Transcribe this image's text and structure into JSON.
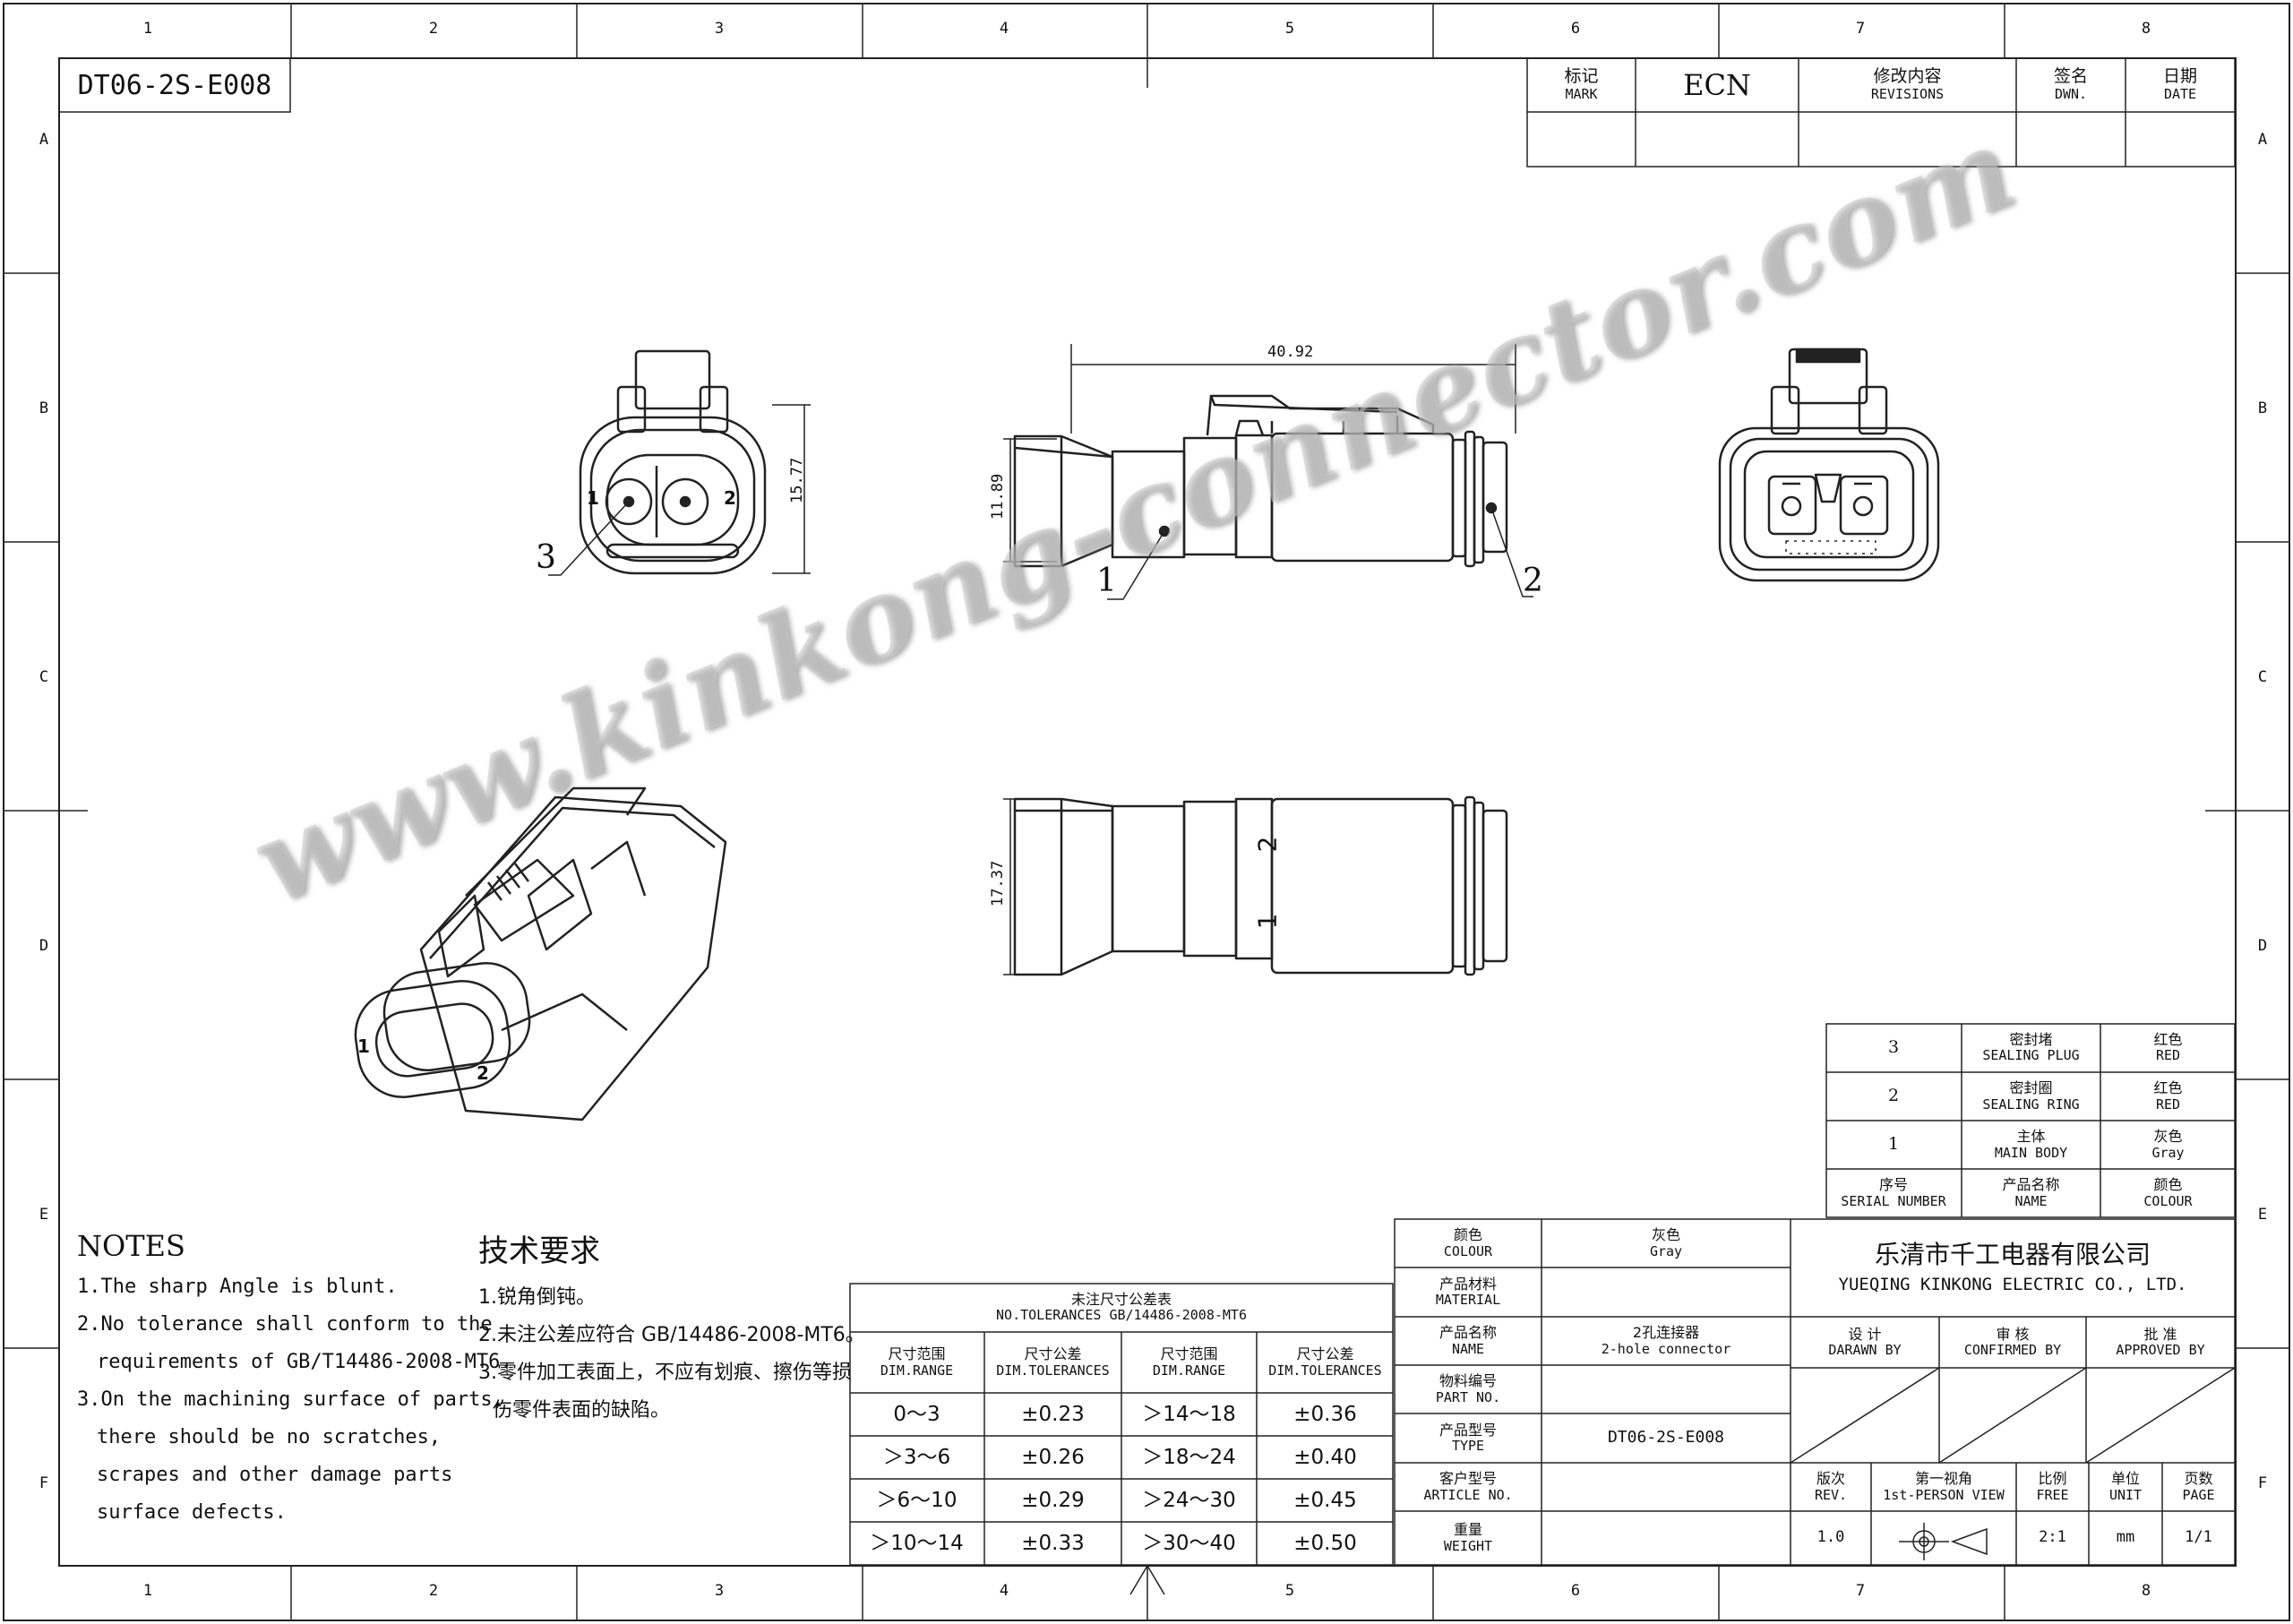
{
  "drawing_no": "DT06-2S-E008",
  "zones": {
    "columns": [
      "1",
      "2",
      "3",
      "4",
      "5",
      "6",
      "7",
      "8"
    ],
    "rows": [
      "A",
      "B",
      "C",
      "D",
      "E",
      "F"
    ]
  },
  "revision_block": {
    "mark_cn": "标记",
    "mark_en": "MARK",
    "ecn": "ECN",
    "revisions_cn": "修改内容",
    "revisions_en": "REVISIONS",
    "dwn_cn": "签名",
    "dwn_en": "DWN.",
    "date_cn": "日期",
    "date_en": "DATE"
  },
  "dimensions": {
    "overall_length": "40.92",
    "front_height": "15.77",
    "side_height": "11.89",
    "bottom_height": "17.37"
  },
  "balloons": [
    "1",
    "2",
    "3"
  ],
  "pin_labels": [
    "1",
    "2"
  ],
  "watermark": "www.kinkong-connector.com",
  "bom": [
    {
      "no": "3",
      "name_cn": "密封堵",
      "name_en": "SEALING PLUG",
      "colour_cn": "红色",
      "colour_en": "RED"
    },
    {
      "no": "2",
      "name_cn": "密封圈",
      "name_en": "SEALING RING",
      "colour_cn": "红色",
      "colour_en": "RED"
    },
    {
      "no": "1",
      "name_cn": "主体",
      "name_en": "MAIN BODY",
      "colour_cn": "灰色",
      "colour_en": "Gray"
    }
  ],
  "bom_header": {
    "no_cn": "序号",
    "no_en": "SERIAL NUMBER",
    "name_cn": "产品名称",
    "name_en": "NAME",
    "colour_cn": "颜色",
    "colour_en": "COLOUR"
  },
  "notes_en": {
    "title": "NOTES",
    "l1": "1.The sharp Angle is blunt.",
    "l2a": "2.No tolerance shall conform to the",
    "l2b": "requirements of GB/T14486-2008-MT6.",
    "l3a": "3.On the machining surface of parts,",
    "l3b": "there should be no scratches,",
    "l3c": "scrapes and other damage parts",
    "l3d": "surface defects."
  },
  "notes_cn": {
    "title": "技术要求",
    "l1": "1.锐角倒钝。",
    "l2": "2.未注公差应符合 GB/14486-2008-MT6。",
    "l3a": "3.零件加工表面上，不应有划痕、擦伤等损",
    "l3b": "伤零件表面的缺陷。"
  },
  "tolerance_table": {
    "title_cn": "未注尺寸公差表",
    "title_en": "NO.TOLERANCES GB/14486-2008-MT6",
    "h_range_cn": "尺寸范围",
    "h_range_en": "DIM.RANGE",
    "h_tol_cn": "尺寸公差",
    "h_tol_en": "DIM.TOLERANCES",
    "rows": [
      [
        "0～3",
        "±0.23",
        "＞14～18",
        "±0.36"
      ],
      [
        "＞3～6",
        "±0.26",
        "＞18～24",
        "±0.40"
      ],
      [
        "＞6～10",
        "±0.29",
        "＞24～30",
        "±0.45"
      ],
      [
        "＞10～14",
        "±0.33",
        "＞30～40",
        "±0.50"
      ]
    ]
  },
  "title_block": {
    "colour_cn": "颜色",
    "colour_en": "COLOUR",
    "colour_val_cn": "灰色",
    "colour_val_en": "Gray",
    "material_cn": "产品材料",
    "material_en": "MATERIAL",
    "name_cn": "产品名称",
    "name_en": "NAME",
    "name_val_cn": "2孔连接器",
    "name_val_en": "2-hole connector",
    "partno_cn": "物料编号",
    "partno_en": "PART NO.",
    "type_cn": "产品型号",
    "type_en": "TYPE",
    "type_val": "DT06-2S-E008",
    "article_cn": "客户型号",
    "article_en": "ARTICLE NO.",
    "weight_cn": "重量",
    "weight_en": "WEIGHT",
    "company_cn": "乐清市千工电器有限公司",
    "company_en": "YUEQING KINKONG ELECTRIC CO., LTD.",
    "design_cn": "设 计",
    "design_en": "DARAWN BY",
    "check_cn": "审 核",
    "check_en": "CONFIRMED BY",
    "approve_cn": "批 准",
    "approve_en": "APPROVED BY",
    "rev_cn": "版次",
    "rev_en": "REV.",
    "rev_val": "1.0",
    "view_cn": "第一视角",
    "view_en": "1st-PERSON VIEW",
    "scale_cn": "比例",
    "scale_en": "FREE",
    "scale_val": "2:1",
    "unit_cn": "单位",
    "unit_en": "UNIT",
    "unit_val": "mm",
    "page_cn": "页数",
    "page_en": "PAGE",
    "page_val": "1/1"
  }
}
